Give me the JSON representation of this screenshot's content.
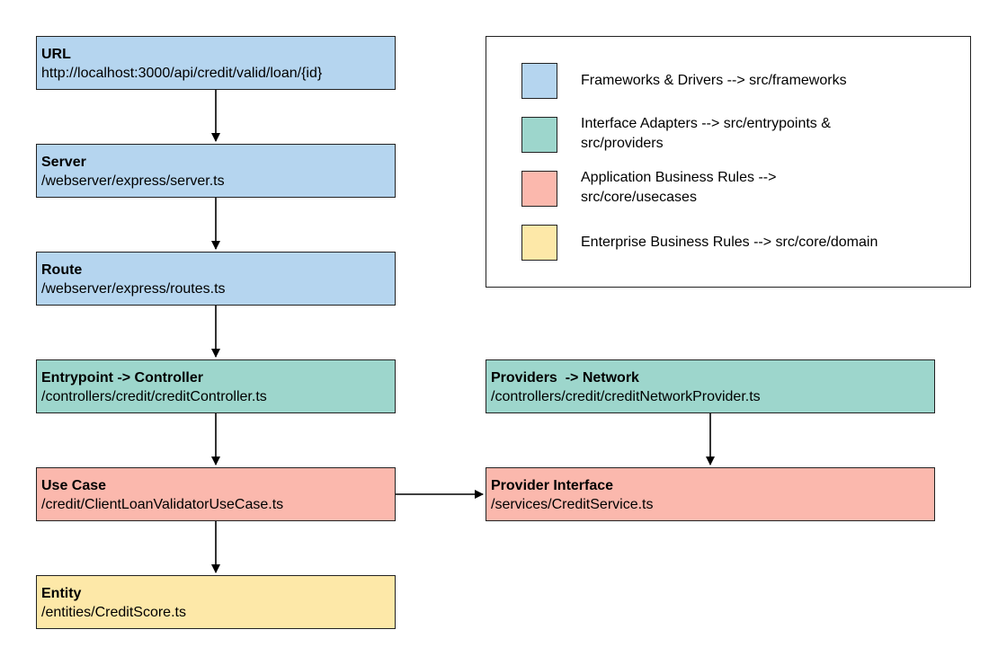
{
  "colors": {
    "frameworks": "#b5d5ef",
    "adapters": "#9dd6cc",
    "business": "#fbb8ad",
    "enterprise": "#fde8a8",
    "border": "#222222"
  },
  "boxes": {
    "url": {
      "title": "URL",
      "path": "http://localhost:3000/api/credit/valid/loan/{id}"
    },
    "server": {
      "title": "Server",
      "path": "/webserver/express/server.ts"
    },
    "route": {
      "title": "Route",
      "path": "/webserver/express/routes.ts"
    },
    "controller": {
      "title": "Entrypoint -> Controller",
      "path": "/controllers/credit/creditController.ts"
    },
    "usecase": {
      "title": "Use Case",
      "path": "/credit/ClientLoanValidatorUseCase.ts"
    },
    "entity": {
      "title": "Entity",
      "path": "/entities/CreditScore.ts"
    },
    "network_provider": {
      "title": "Providers  -> Network",
      "path": "/controllers/credit/creditNetworkProvider.ts"
    },
    "provider_interface": {
      "title": "Provider Interface",
      "path": "/services/CreditService.ts"
    }
  },
  "legend": {
    "items": [
      {
        "label_line1": "Frameworks & Drivers --> src/frameworks",
        "label_line2": ""
      },
      {
        "label_line1": "Interface Adapters --> src/entrypoints &",
        "label_line2": "src/providers"
      },
      {
        "label_line1": "Application Business Rules -->",
        "label_line2": "src/core/usecases"
      },
      {
        "label_line1": "Enterprise Business Rules --> src/core/domain",
        "label_line2": ""
      }
    ]
  }
}
